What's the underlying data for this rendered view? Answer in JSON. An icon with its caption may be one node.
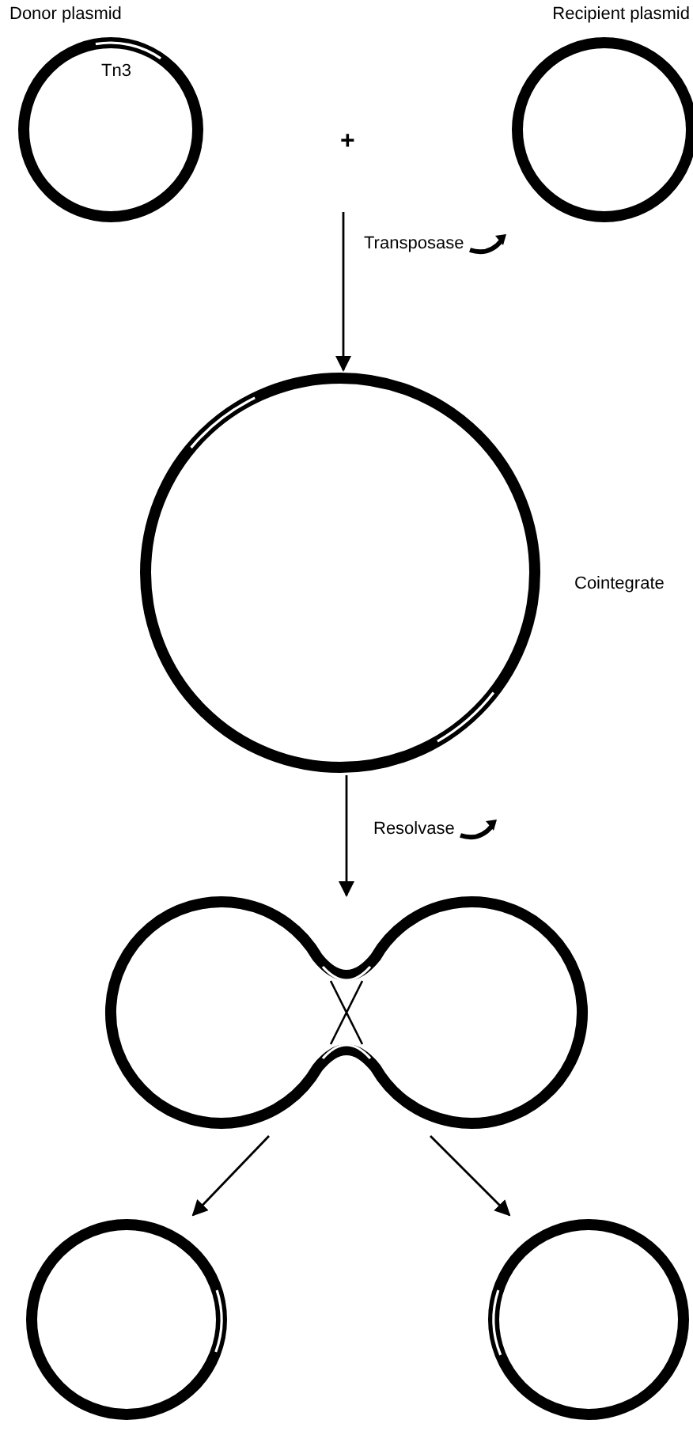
{
  "diagram": {
    "nodes": [
      {
        "text": [
          "Donor plasmid",
          "Tn3"
        ]
      },
      {
        "text": [
          "Recipient plasmid"
        ]
      },
      {
        "text": [
          "Cointegrate"
        ]
      },
      {
        "text": [],
        "shape": "picture"
      },
      {
        "text": [],
        "shape": "circle"
      },
      {
        "text": [],
        "shape": "circle"
      }
    ],
    "edges": [
      {
        "from": null,
        "to": 2,
        "arrow": "to",
        "label": "Transposase"
      },
      {
        "from": 2,
        "to": 3,
        "arrow": "to",
        "label": "Resolvase"
      },
      {
        "from": 3,
        "to": 4,
        "arrow": "to"
      },
      {
        "from": 3,
        "to": 5,
        "arrow": "to"
      }
    ],
    "labels": [
      "+"
    ]
  }
}
